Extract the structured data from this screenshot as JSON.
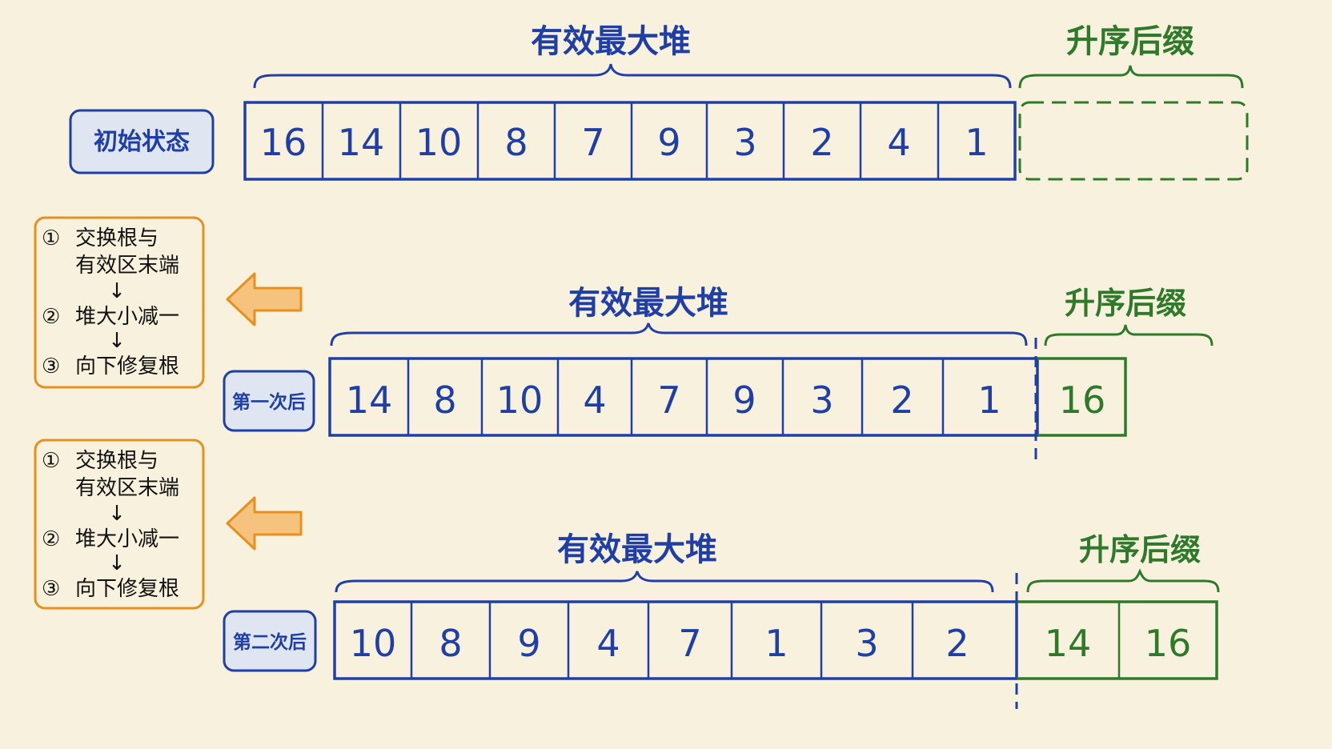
{
  "colors": {
    "background": "#f8f1de",
    "heap_blue": "#1f3fa6",
    "label_fill": "#dfe6f2",
    "suffix_green": "#2f7a2a",
    "step_orange": "#e8901e",
    "arrow_fill": "#f6c37f"
  },
  "labels": {
    "heap": "有效最大堆",
    "suffix": "升序后缀"
  },
  "rows": [
    {
      "label": "初始状态",
      "heap": [
        "16",
        "14",
        "10",
        "8",
        "7",
        "9",
        "3",
        "2",
        "4",
        "1"
      ],
      "suffix": []
    },
    {
      "label": "第一次后",
      "heap": [
        "14",
        "8",
        "10",
        "4",
        "7",
        "9",
        "3",
        "2",
        "1"
      ],
      "suffix": [
        "16"
      ]
    },
    {
      "label": "第二次后",
      "heap": [
        "10",
        "8",
        "9",
        "4",
        "7",
        "1",
        "3",
        "2"
      ],
      "suffix": [
        "14",
        "16"
      ]
    }
  ],
  "steps": [
    {
      "n": "①",
      "text": "交换根与",
      "text2": "有效区末端"
    },
    {
      "n": "②",
      "text": "堆大小减一"
    },
    {
      "n": "③",
      "text": "向下修复根"
    }
  ],
  "step_arrow": "↓",
  "icons": {
    "transition_arrow": "left-arrow-icon"
  }
}
